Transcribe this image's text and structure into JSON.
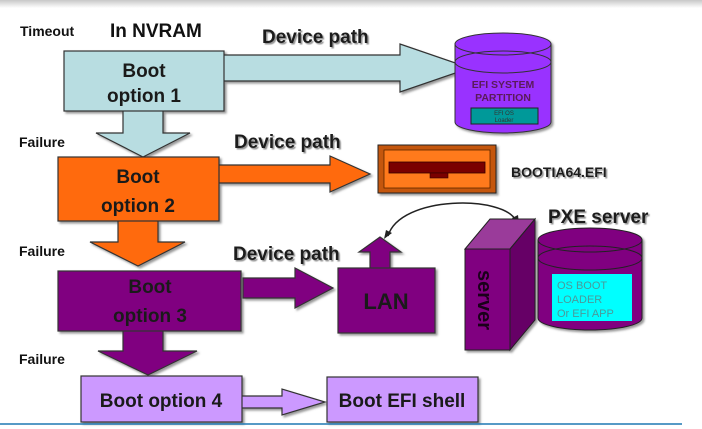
{
  "diagram": {
    "labels": {
      "timeout": "Timeout",
      "in_nvram": "In NVRAM",
      "failure_1": "Failure",
      "failure_2": "Failure",
      "failure_3": "Failure"
    },
    "boot_options": [
      {
        "line1": "Boot",
        "line2": "option 1",
        "color": "#b8dde1"
      },
      {
        "line1": "Boot",
        "line2": "option 2",
        "color": "#ff6a0e"
      },
      {
        "line1": "Boot",
        "line2": "option 3",
        "color": "#800080"
      },
      {
        "line1": "Boot option 4",
        "line2": "",
        "color": "#cc99ff"
      }
    ],
    "device_path_labels": [
      "Device path",
      "Device path",
      "Device path"
    ],
    "targets": {
      "efi_partition": {
        "line1": "EFI SYSTEM",
        "line2": "PARTITION",
        "inner_line1": "EFI OS",
        "inner_line2": "Loader",
        "color": "#9933ff",
        "inner_color": "#009999"
      },
      "floppy": {
        "label": "BOOTIA64.EFI",
        "color": "#ff6a0e"
      },
      "lan": {
        "label": "LAN",
        "color": "#800080"
      },
      "pxe": {
        "title": "PXE server",
        "server_label": "server",
        "db_line1": "OS BOOT",
        "db_line2": "LOADER",
        "db_line3": "Or EFI APP",
        "db_inner_color": "#00ffff"
      },
      "efi_shell": {
        "label": "Boot EFI shell",
        "color": "#cc99ff"
      }
    },
    "footer_rule_color": "#1f78b4"
  }
}
